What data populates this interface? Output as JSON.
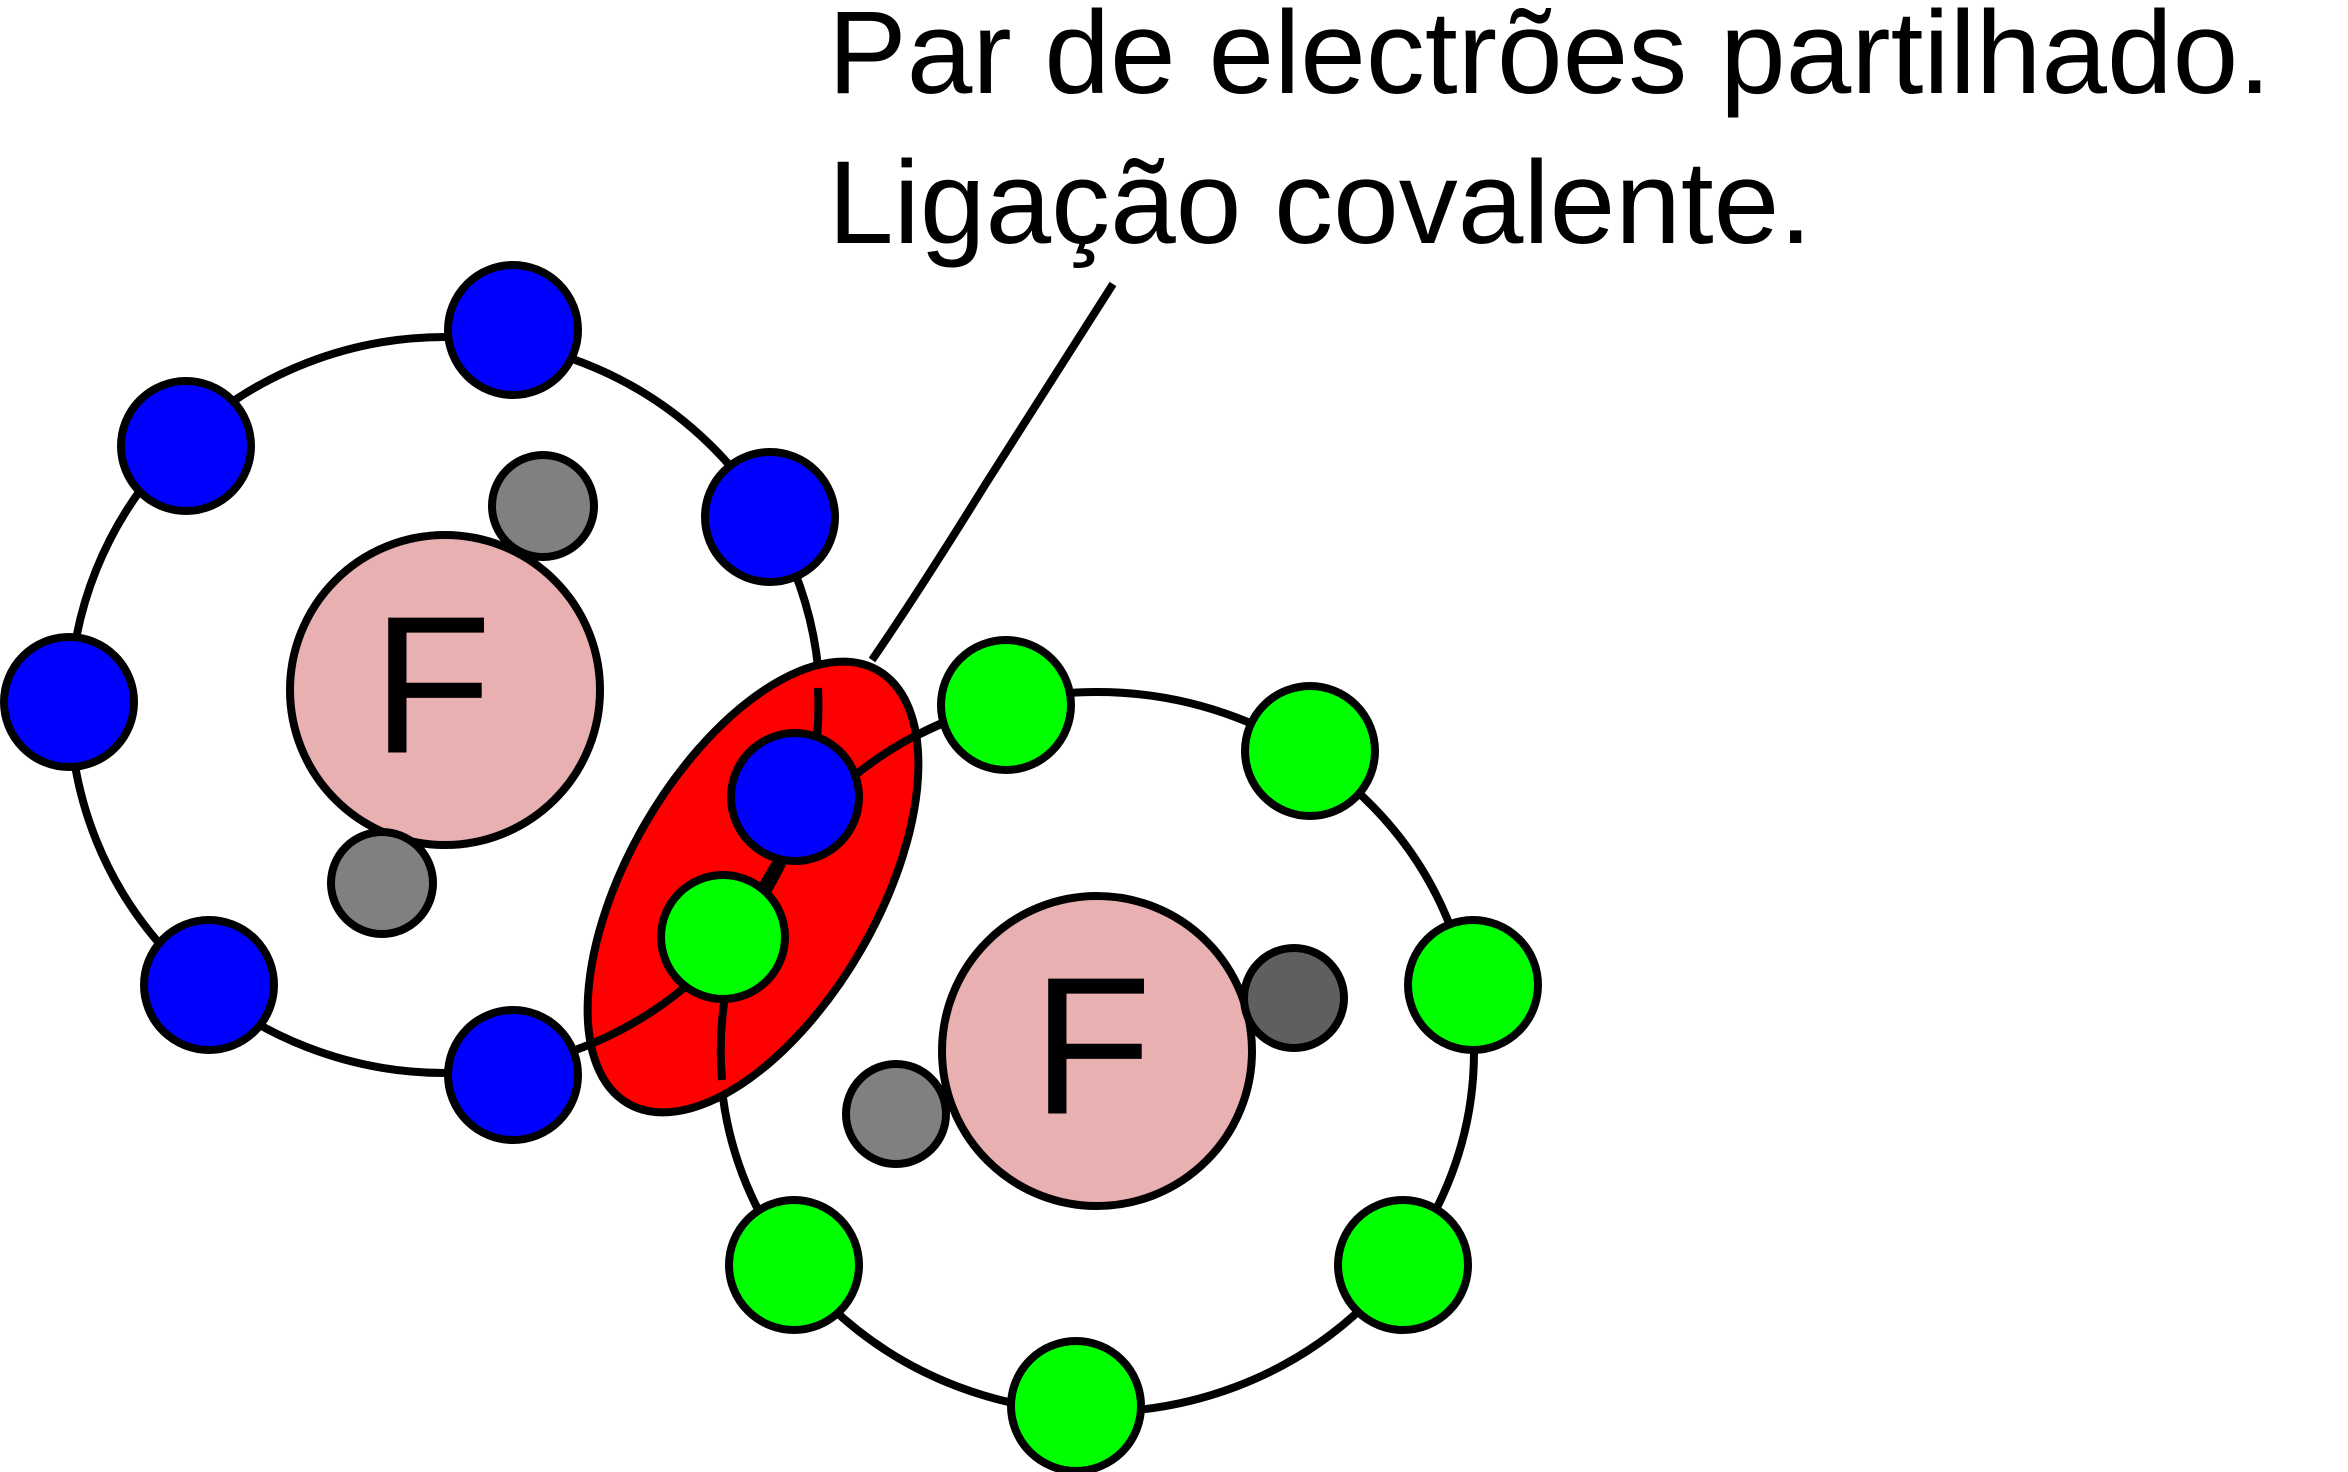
{
  "caption": {
    "line1": "Par de electrões partilhado.",
    "line2": "Ligação covalente."
  },
  "atoms": [
    {
      "symbol": "F",
      "electron_color": "#0000ff"
    },
    {
      "symbol": "F",
      "electron_color": "#00ff00"
    }
  ],
  "colors": {
    "nucleus": "#e8b0b0",
    "shared_pair_region": "#ff0000",
    "inner_electron": "#808080",
    "inner_electron_dark": "#5f5f5f",
    "stroke": "#000000"
  }
}
